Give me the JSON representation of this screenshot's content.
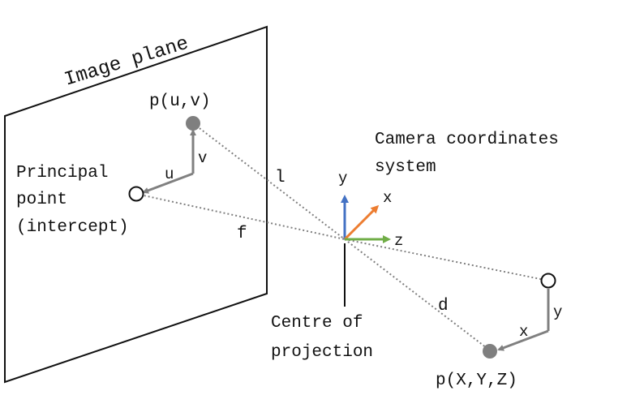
{
  "labels": {
    "image_plane": "Image plane",
    "pixel_point": "p(u,v)",
    "u": "u",
    "v": "v",
    "principal_line1": "Principal",
    "principal_line2": "point",
    "principal_line3": "(intercept)",
    "l": "l",
    "f": "f",
    "camera_line1": "Camera coordinates",
    "camera_line2": "system",
    "axis_y": "y",
    "axis_x": "x",
    "axis_z": "z",
    "centre_line1": "Centre of",
    "centre_line2": "projection",
    "d": "d",
    "world_x": "x",
    "world_y": "y",
    "world_point": "p(X,Y,Z)"
  },
  "colors": {
    "axis_y": "#4472c4",
    "axis_x": "#ed7d31",
    "axis_z": "#70ad47",
    "point_gray": "#7f7f7f",
    "line_gray": "#808080",
    "ink": "#111111"
  }
}
